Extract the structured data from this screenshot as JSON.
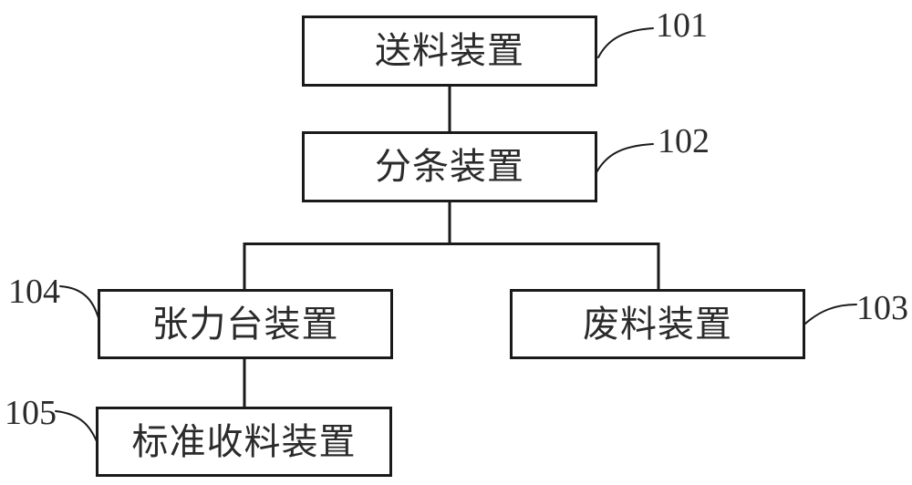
{
  "figure": {
    "type": "block-diagram",
    "background": "#ffffff",
    "line_color": "#1a1a1a",
    "text_color": "#2b2b2b",
    "nodes": [
      {
        "id": "feeding-device",
        "label": "送料装置",
        "ref": "101"
      },
      {
        "id": "slitting-device",
        "label": "分条装置",
        "ref": "102"
      },
      {
        "id": "waste-device",
        "label": "废料装置",
        "ref": "103"
      },
      {
        "id": "tension-table-device",
        "label": "张力台装置",
        "ref": "104"
      },
      {
        "id": "standard-rewinding-device",
        "label": "标准收料装置",
        "ref": "105"
      }
    ],
    "edges": [
      {
        "from": "101",
        "to": "102"
      },
      {
        "from": "102",
        "to": "104"
      },
      {
        "from": "102",
        "to": "103"
      },
      {
        "from": "104",
        "to": "105"
      }
    ]
  }
}
